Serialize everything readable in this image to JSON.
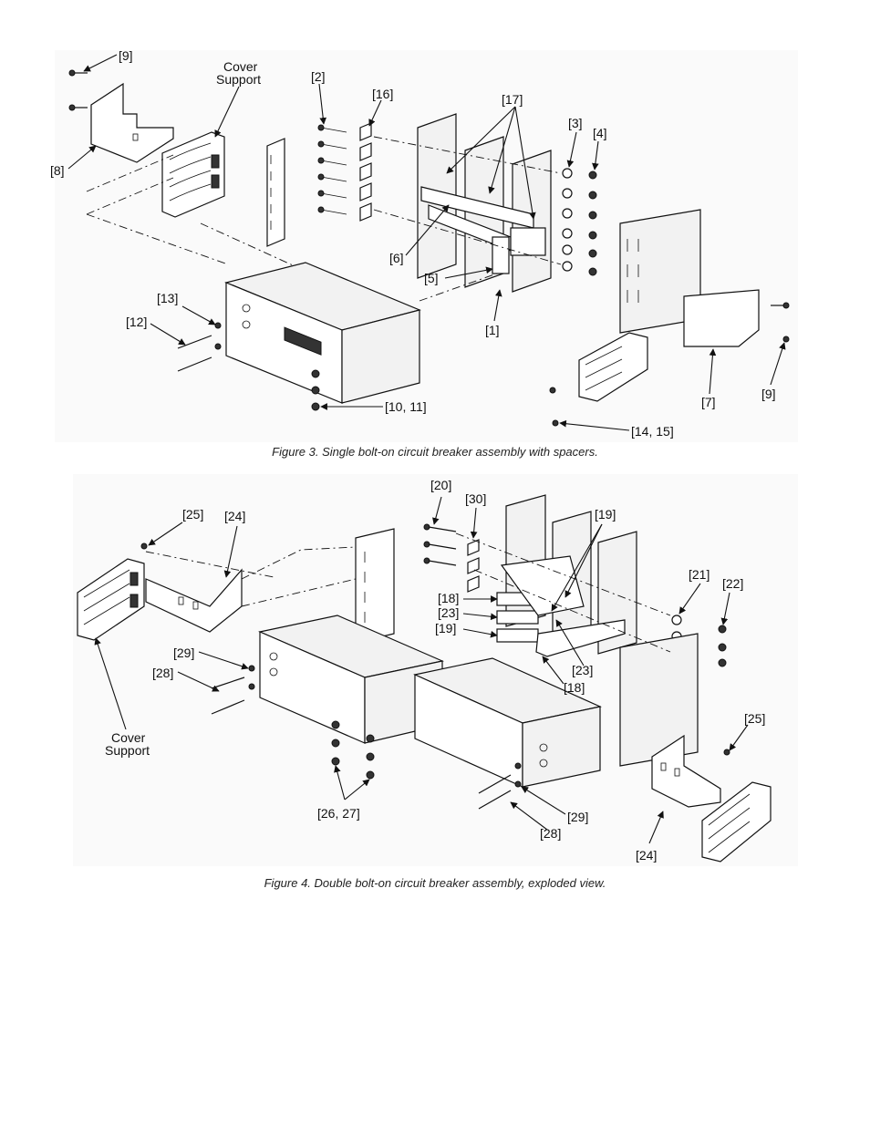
{
  "figure3": {
    "caption": "Figure 3. Single bolt-on circuit breaker assembly with spacers.",
    "labels": {
      "l9a": "[9]",
      "cover1": "Cover",
      "cover2": "Support",
      "l2": "[2]",
      "l16": "[16]",
      "l17": "[17]",
      "l3": "[3]",
      "l4": "[4]",
      "l8": "[8]",
      "l6": "[6]",
      "l5": "[5]",
      "l1": "[1]",
      "l13": "[13]",
      "l12": "[12]",
      "l10": "[10, 11]",
      "l7": "[7]",
      "l9b": "[9]",
      "l14": "[14, 15]"
    }
  },
  "figure4": {
    "caption": "Figure 4. Double bolt-on circuit breaker assembly, exploded view.",
    "labels": {
      "l20": "[20]",
      "l30": "[30]",
      "l25a": "[25]",
      "l24a": "[24]",
      "l19a": "[19]",
      "l21": "[21]",
      "l22": "[22]",
      "l18a": "[18]",
      "l23a": "[23]",
      "l19b": "[19]",
      "l29a": "[29]",
      "l28a": "[28]",
      "l23b": "[23]",
      "l18b": "[18]",
      "cover1": "Cover",
      "cover2": "Support",
      "l25b": "[25]",
      "l26": "[26, 27]",
      "l29b": "[29]",
      "l28b": "[28]",
      "l24b": "[24]"
    }
  }
}
